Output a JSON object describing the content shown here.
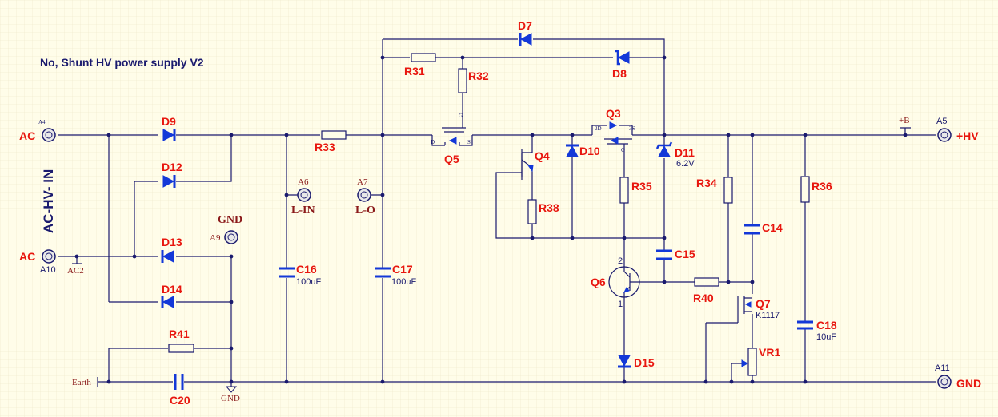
{
  "title": "No, Shunt HV power supply V2",
  "input_label": "AC-HV- IN",
  "ports": {
    "ac_top": "AC",
    "ac_top_id": "A4",
    "ac_bottom": "AC",
    "ac_bottom_id": "A10",
    "ac_bottom_net": "AC2",
    "gnd": "GND",
    "gnd_id": "A9",
    "l_in": "L-IN",
    "l_in_id": "A6",
    "l_o": "L-O",
    "l_o_id": "A7",
    "hv": "+HV",
    "hv_id": "A5",
    "hv_net": "+B",
    "gnd_out": "GND",
    "gnd_out_id": "A11",
    "earth": "Earth",
    "gnd_symbol": "GND"
  },
  "components": {
    "D7": "D7",
    "D8": "D8",
    "D9": "D9",
    "D10": "D10",
    "D11": "D11",
    "D11_value": "6.2V",
    "D12": "D12",
    "D13": "D13",
    "D14": "D14",
    "D15": "D15",
    "R31": "R31",
    "R32": "R32",
    "R33": "R33",
    "R34": "R34",
    "R35": "R35",
    "R36": "R36",
    "R38": "R38",
    "R40": "R40",
    "R41": "R41",
    "C14": "C14",
    "C15": "C15",
    "C16": "C16",
    "C16_value": "100uF",
    "C17": "C17",
    "C17_value": "100uF",
    "C18": "C18",
    "C18_value": "10uF",
    "C20": "C20",
    "Q3": "Q3",
    "Q4": "Q4",
    "Q5": "Q5",
    "Q6": "Q6",
    "Q7": "Q7",
    "Q7_value": "K1117",
    "VR1": "VR1"
  },
  "pins": {
    "q5_g": "G",
    "q5_d": "D",
    "q5_s": "S",
    "q3_d": "2D",
    "q3_s": "3S",
    "q3_g": "G",
    "q6_2": "2",
    "q6_1": "1"
  },
  "colors": {
    "background": "#fffde9",
    "wire": "#1a1a6e",
    "designator": "#e8160e",
    "diode": "#1338d8",
    "port_label": "#8b1a1a"
  }
}
